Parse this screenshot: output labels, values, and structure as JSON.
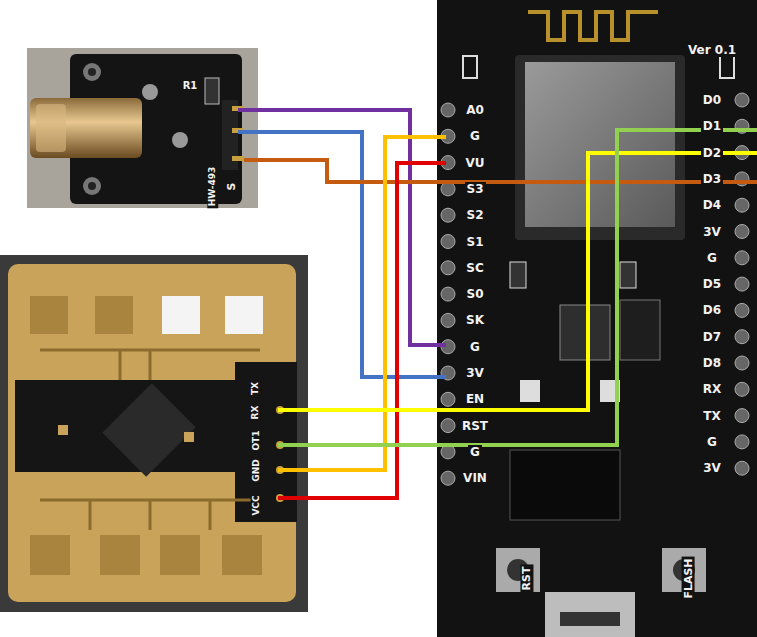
{
  "diagram": {
    "labels": [
      "R1",
      "HW-493",
      "S",
      "Ver 0.1",
      "A0",
      "G",
      "VU",
      "S3",
      "S2",
      "S1",
      "SC",
      "S0",
      "SK",
      "G",
      "3V",
      "EN",
      "RST",
      "G",
      "VIN",
      "D0",
      "D1",
      "D2",
      "D3",
      "D4",
      "3V",
      "G",
      "D5",
      "D6",
      "D7",
      "D8",
      "RX",
      "TX",
      "G",
      "3V",
      "RST",
      "FLASH",
      "VCC",
      "GND",
      "OT1",
      "RX",
      "TX"
    ]
  }
}
